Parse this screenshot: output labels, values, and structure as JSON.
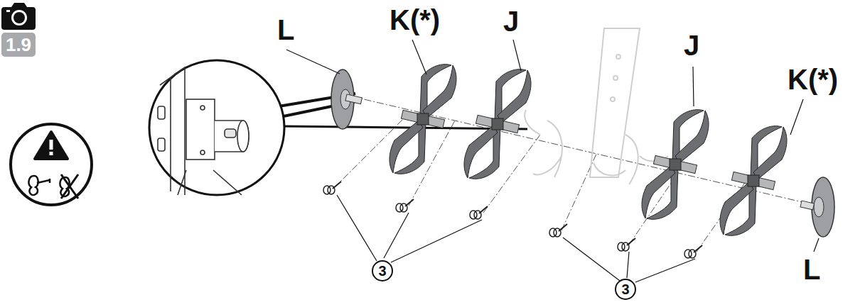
{
  "diagram": {
    "nodes": [
      {
        "text": [
          "1.9"
        ]
      },
      {
        "text": [
          "3"
        ]
      },
      {
        "text": [
          "3"
        ]
      }
    ],
    "labels": [
      "L",
      "K(*)",
      "J",
      "J",
      "K(*)",
      "L"
    ]
  }
}
